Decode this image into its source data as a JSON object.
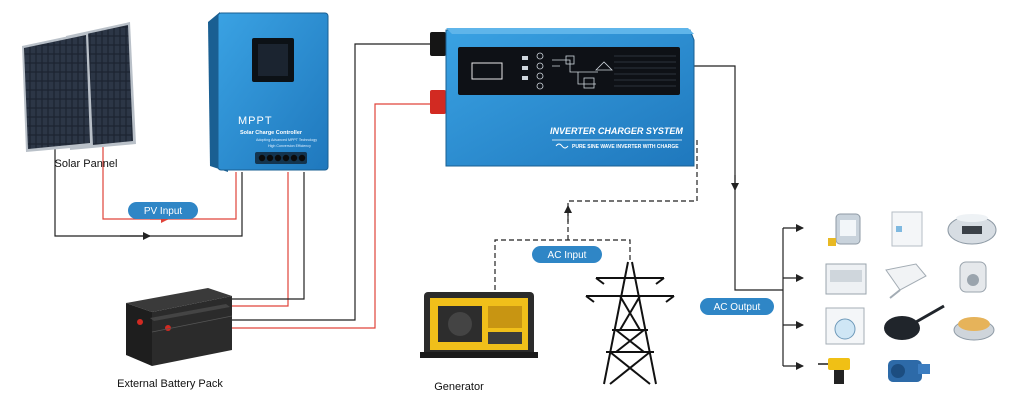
{
  "labels": {
    "solar_panel": "Solar Pannel",
    "battery_pack": "External Battery Pack",
    "generator": "Generator"
  },
  "badges": {
    "pv_input": "PV Input",
    "ac_input": "AC Input",
    "ac_output": "AC Output"
  },
  "controller": {
    "title": "MPPT",
    "subtitle": "Solar Charge Controller",
    "line1": "Adopting Advanced MPPT Technology",
    "line2": "High Conversion Efficiency"
  },
  "inverter": {
    "title": "INVERTER CHARGER SYSTEM",
    "subtitle": "PURE SINE WAVE INVERTER WITH CHARGE"
  },
  "appliances": [
    "juicer-icon",
    "fridge-icon",
    "cooker-icon",
    "dishwasher-icon",
    "mixer-icon",
    "grinder-icon",
    "washing-machine-icon",
    "frying-pan-icon",
    "waffle-maker-icon",
    "drill-icon",
    "water-pump-icon"
  ],
  "colors": {
    "device_blue": "#2a8fd0",
    "badge_blue": "#2f86c6",
    "red_wire": "#e0433a",
    "black_wire": "#222222"
  }
}
